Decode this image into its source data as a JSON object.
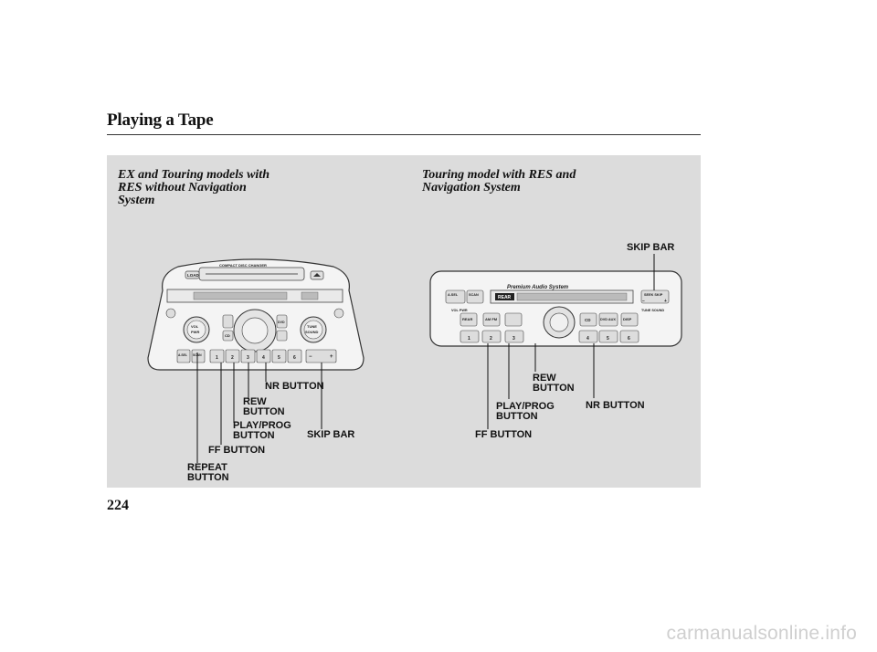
{
  "page": {
    "title": "Playing a Tape",
    "page_number": "224",
    "watermark": "carmanualsonline.info"
  },
  "sections": {
    "left": {
      "heading_lines": [
        "EX and Touring models with",
        "RES without Navigation",
        "System"
      ]
    },
    "right": {
      "heading_lines": [
        "Touring model with RES and",
        "Navigation System"
      ]
    }
  },
  "left_callouts": {
    "nr_button": [
      "NR BUTTON"
    ],
    "rew_button": [
      "REW",
      "BUTTON"
    ],
    "play_prog_button": [
      "PLAY/PROG",
      "BUTTON"
    ],
    "skip_bar": [
      "SKIP BAR"
    ],
    "ff_button": [
      "FF BUTTON"
    ],
    "repeat_button": [
      "REPEAT",
      "BUTTON"
    ]
  },
  "right_callouts": {
    "skip_bar": [
      "SKIP BAR"
    ],
    "rew_button": [
      "REW",
      "BUTTON"
    ],
    "play_prog_button": [
      "PLAY/PROG",
      "BUTTON"
    ],
    "nr_button": [
      "NR BUTTON"
    ],
    "ff_button": [
      "FF BUTTON"
    ]
  },
  "left_unit": {
    "load_label": "LOAD",
    "changer_label": "COMPACT DISC CHANGER",
    "vol_label": "VOL",
    "pwr_label": "PWR",
    "tune_label": "TUNE",
    "sound_label": "SOUND",
    "cd_label": "CD",
    "dvd_label": "DVD",
    "preset_labels": [
      "1",
      "2",
      "3",
      "4",
      "5",
      "6"
    ],
    "asel_label": "A.SEL",
    "scan_label": "SCAN"
  },
  "right_unit": {
    "brand_label": "Premium Audio System",
    "rear_label": "REAR",
    "display_badge": "REAR",
    "am_fm_label": "AM FM",
    "cd_label": "CD",
    "dvd_aux_label": "DVD AUX",
    "disp_label": "DISP",
    "seek_skip_label": "SEEK SKIP",
    "vol_pwr_label": "VOL PWR",
    "tune_sound_label": "TUNE SOUND",
    "preset_labels": [
      "1",
      "2",
      "3",
      "4",
      "5",
      "6"
    ],
    "asel_label": "A.SEL",
    "scan_label": "SCAN"
  }
}
